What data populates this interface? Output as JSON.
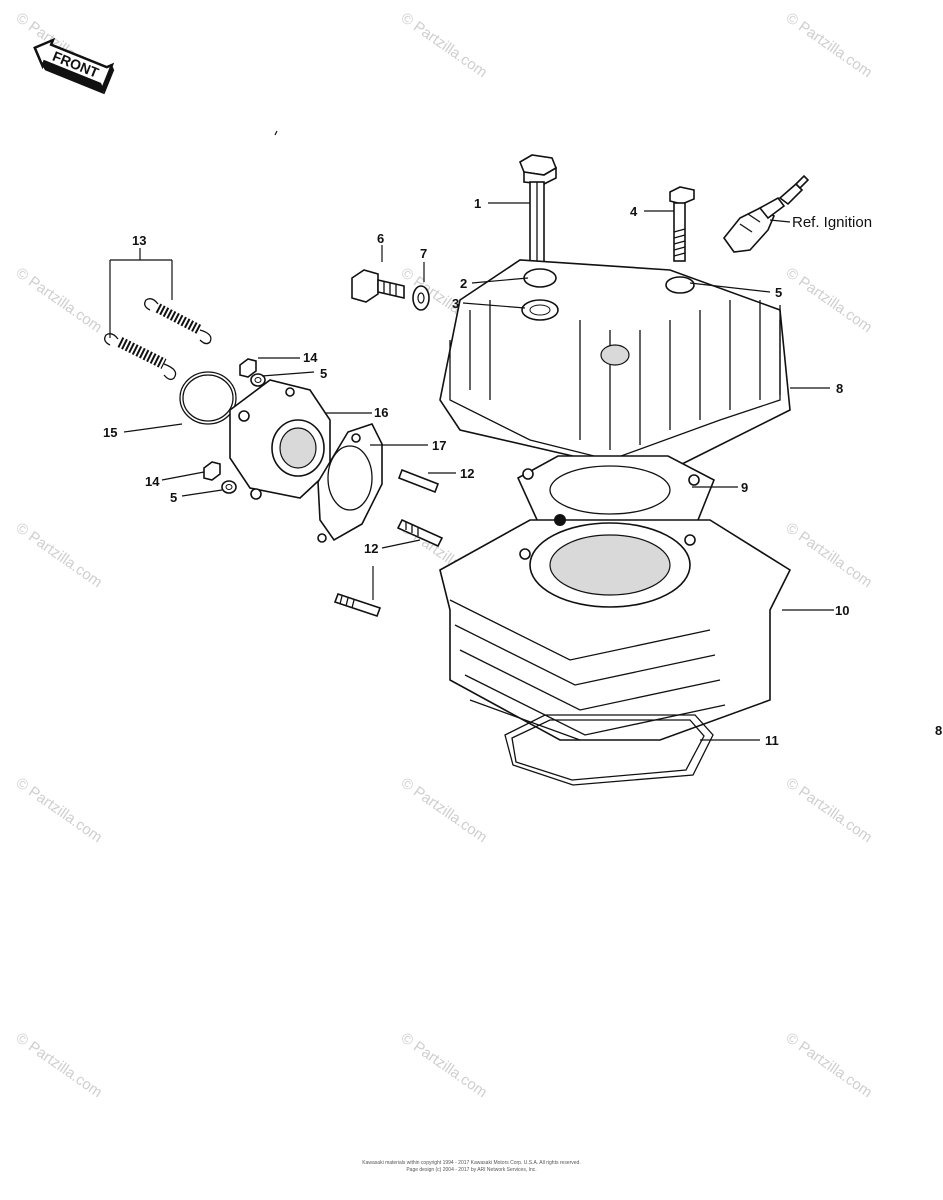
{
  "front_badge": "FRONT",
  "ref_label": "Ref. Ignition",
  "corner_mark": "8",
  "watermark_text": "© Partzilla.com",
  "callouts": [
    "1",
    "2",
    "3",
    "4",
    "5",
    "5",
    "5",
    "6",
    "7",
    "8",
    "9",
    "10",
    "11",
    "12",
    "12",
    "13",
    "14",
    "14",
    "15",
    "16",
    "17"
  ],
  "copyright": {
    "line1": "Kawasaki materials within copyright 1994 - 2017 Kawasaki Motors Corp. U.S.A. All rights reserved.",
    "line2": "Page design (c) 2004 - 2017 by ARI Network Services, Inc."
  }
}
